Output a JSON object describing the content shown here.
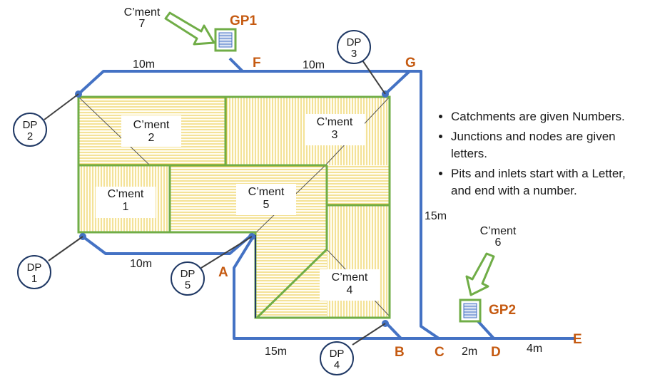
{
  "catchments": {
    "c1": {
      "label": "C’ment",
      "num": "1"
    },
    "c2": {
      "label": "C’ment",
      "num": "2"
    },
    "c3": {
      "label": "C’ment",
      "num": "3"
    },
    "c4": {
      "label": "C’ment",
      "num": "4"
    },
    "c5": {
      "label": "C’ment",
      "num": "5"
    },
    "c6": {
      "label": "C’ment",
      "num": "6"
    },
    "c7": {
      "label": "C’ment",
      "num": "7"
    }
  },
  "pits": {
    "gp1": "GP1",
    "gp2": "GP2"
  },
  "downpipes": {
    "dp1": {
      "label": "DP",
      "num": "1"
    },
    "dp2": {
      "label": "DP",
      "num": "2"
    },
    "dp3": {
      "label": "DP",
      "num": "3"
    },
    "dp4": {
      "label": "DP",
      "num": "4"
    },
    "dp5": {
      "label": "DP",
      "num": "5"
    }
  },
  "nodes": {
    "a": "A",
    "b": "B",
    "c": "C",
    "d": "D",
    "e": "E",
    "f": "F",
    "g": "G"
  },
  "lengths": {
    "top_left": "10m",
    "top_right": "10m",
    "left_bottom": "10m",
    "right_side": "15m",
    "bottom": "15m",
    "c_d": "2m",
    "d_e": "4m"
  },
  "notes": [
    "Catchments are given Numbers.",
    "Junctions and nodes are given letters.",
    "Pits and inlets start with a Letter, and end with a number."
  ],
  "colors": {
    "pipe": "#4472c4",
    "outline": "#70ad47",
    "hatch": "#e8c83c",
    "node_label": "#c55a11",
    "circle": "#1f3864"
  }
}
